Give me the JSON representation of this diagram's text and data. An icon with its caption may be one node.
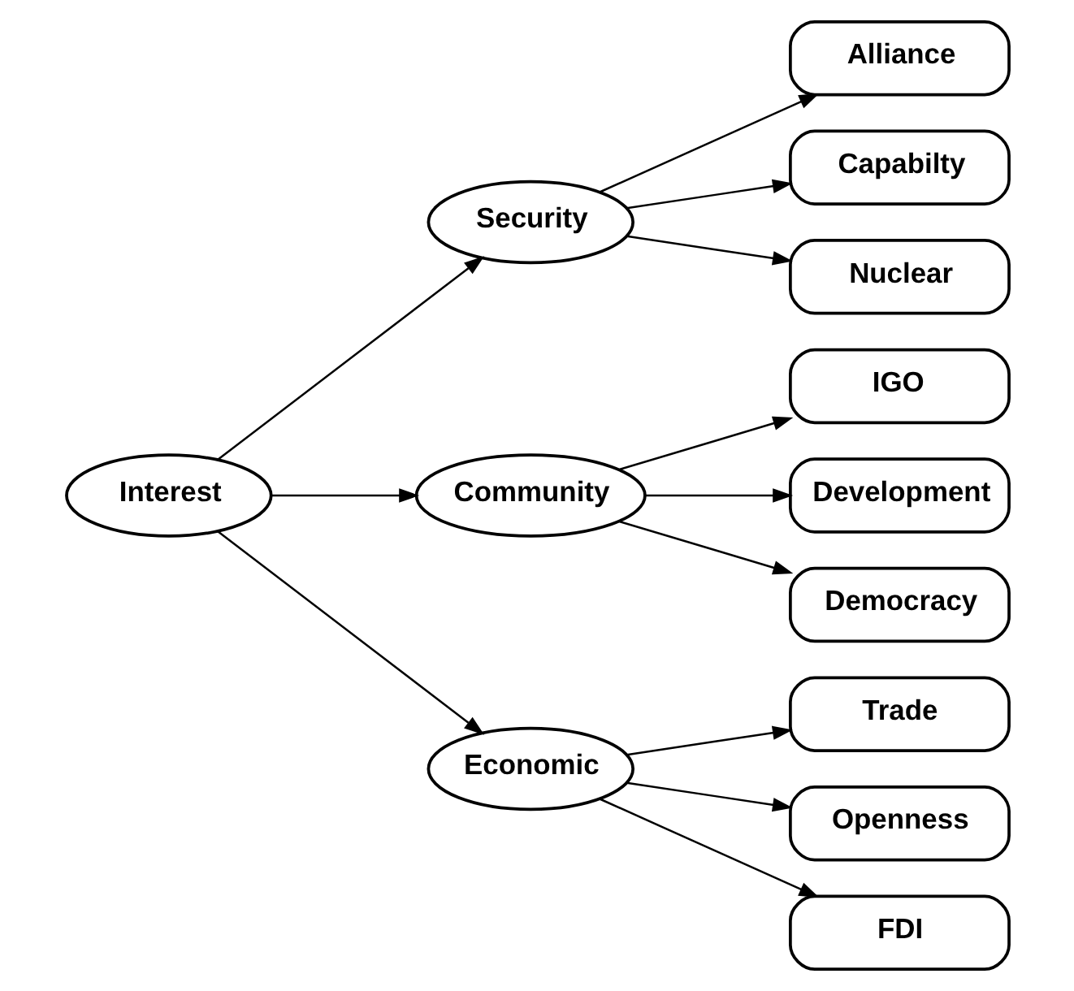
{
  "diagram": {
    "nodes": [
      {
        "text": [
          "Interest"
        ]
      },
      {
        "text": [
          "Security"
        ]
      },
      {
        "text": [
          "Community"
        ]
      },
      {
        "text": [
          "Economic"
        ]
      },
      {
        "text": [
          "Alliance"
        ]
      },
      {
        "text": [
          "Capabilty"
        ]
      },
      {
        "text": [
          "Nuclear"
        ]
      },
      {
        "text": [
          "IGO"
        ]
      },
      {
        "text": [
          "Development"
        ]
      },
      {
        "text": [
          "Democracy"
        ]
      },
      {
        "text": [
          "Trade"
        ]
      },
      {
        "text": [
          "Openness"
        ]
      },
      {
        "text": [
          "FDI"
        ]
      }
    ],
    "edges": [
      {
        "from": 0,
        "to": 1,
        "arrow": "to"
      },
      {
        "from": 0,
        "to": 2,
        "arrow": "to"
      },
      {
        "from": 0,
        "to": 3,
        "arrow": "to"
      },
      {
        "from": 1,
        "to": 4,
        "arrow": "to"
      },
      {
        "from": 1,
        "to": 5,
        "arrow": "to"
      },
      {
        "from": 1,
        "to": 6,
        "arrow": "to"
      },
      {
        "from": 2,
        "to": 7,
        "arrow": "to"
      },
      {
        "from": 2,
        "to": 8,
        "arrow": "to"
      },
      {
        "from": 2,
        "to": 9,
        "arrow": "to"
      },
      {
        "from": 3,
        "to": 10,
        "arrow": "to"
      },
      {
        "from": 3,
        "to": 11,
        "arrow": "to"
      },
      {
        "from": 3,
        "to": 12,
        "arrow": "to"
      }
    ]
  }
}
